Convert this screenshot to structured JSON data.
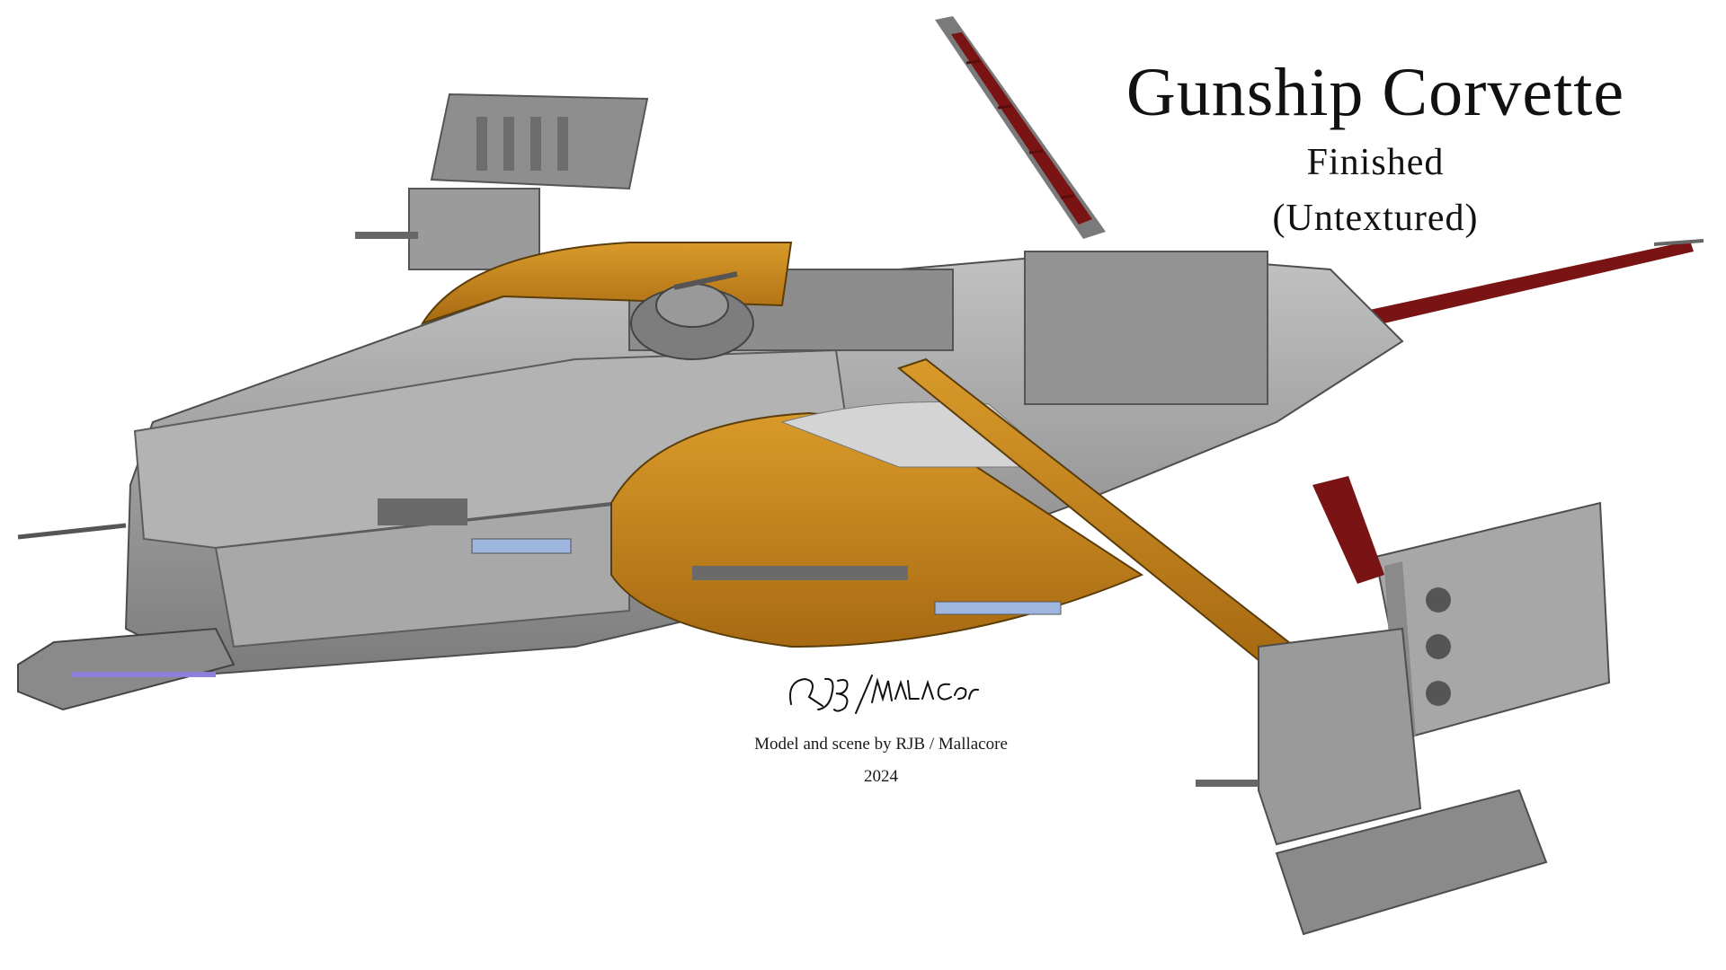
{
  "title": "Gunship Corvette",
  "subtitle_1": "Finished",
  "subtitle_2": "(Untextured)",
  "signature_text": "RJB/Mallacore",
  "credit": "Model and scene by RJB / Mallacore",
  "year": "2024",
  "colors": {
    "background": "#ffffff",
    "hull": "#9a9a9a",
    "hull_light": "#b8b8b8",
    "hull_dark": "#6d6d6d",
    "accent_orange": "#c8861c",
    "accent_red": "#7a1414",
    "window_blue": "#9fb6e0"
  }
}
